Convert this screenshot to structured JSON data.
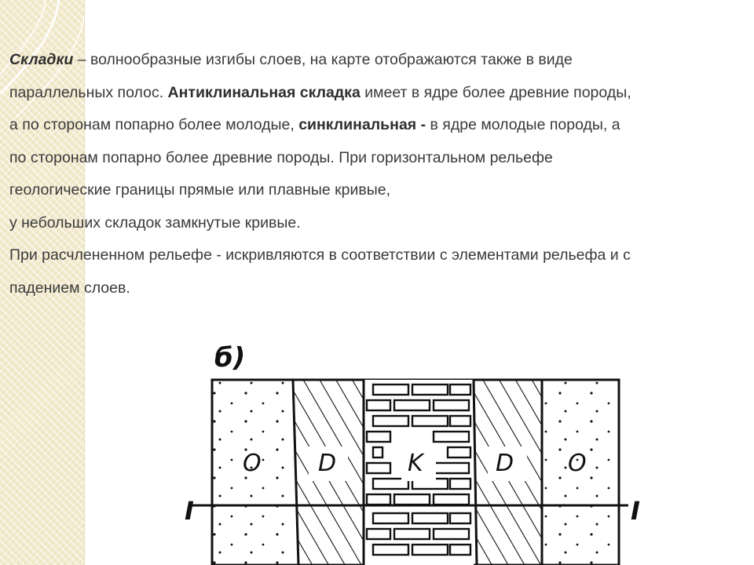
{
  "text": {
    "l1_term": "Складки",
    "l1_rest": " – волнообразные изгибы слоев, на карте отображаются также в виде",
    "l2_pre": "параллельных полос. ",
    "l2_term": "Антиклинальная складка",
    "l2_rest": " имеет в ядре более древние породы,",
    "l3_pre": "а по сторонам попарно более молодые, ",
    "l3_term": "синклинальная -",
    "l3_rest": " в ядре молодые породы, а",
    "l4": "по сторонам попарно более древние породы. При горизонтальном рельефе",
    "l5": "геологические границы прямые или плавные кривые,",
    "l6": " у небольших складок замкнутые кривые.",
    "l7": "При расчлененном рельефе -  искривляются в соответствии с элементами рельефа и с",
    "l8": "падением слоев."
  },
  "figure": {
    "label": "б)",
    "columns": [
      "O",
      "D",
      "K",
      "D",
      "O"
    ],
    "line_left": "I",
    "line_right": "I"
  },
  "colors": {
    "sidebar": "#f3ebcf",
    "text": "#3a3a3a",
    "ink": "#111111"
  }
}
